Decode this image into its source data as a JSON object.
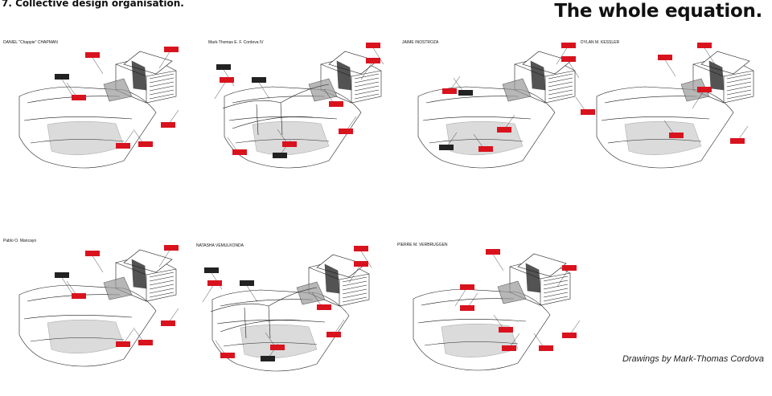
{
  "header": {
    "section_title": "7. Collective design organisation.",
    "headline": "The whole equation."
  },
  "footer": {
    "credit": "Drawings by Mark-Thomas Cordova"
  },
  "panels": [
    {
      "name": "DANIEL \"Chappie\" CHAPMAN"
    },
    {
      "name": "Mark-Thomas E. F. Cordova IV"
    },
    {
      "name": "JAIME INOSTROZA"
    },
    {
      "name": "DYLAN M. KESSLER"
    },
    {
      "name": "Pablo O. Mancayo"
    },
    {
      "name": "NATASHA VEMULKONDA"
    },
    {
      "name": "PIERRE M. VERBRUGGEN"
    }
  ],
  "colors": {
    "annotation_red": "#d9131e",
    "annotation_dark": "#222222",
    "line": "#1a1a1a",
    "fill_grey": "#9a9a9a"
  }
}
